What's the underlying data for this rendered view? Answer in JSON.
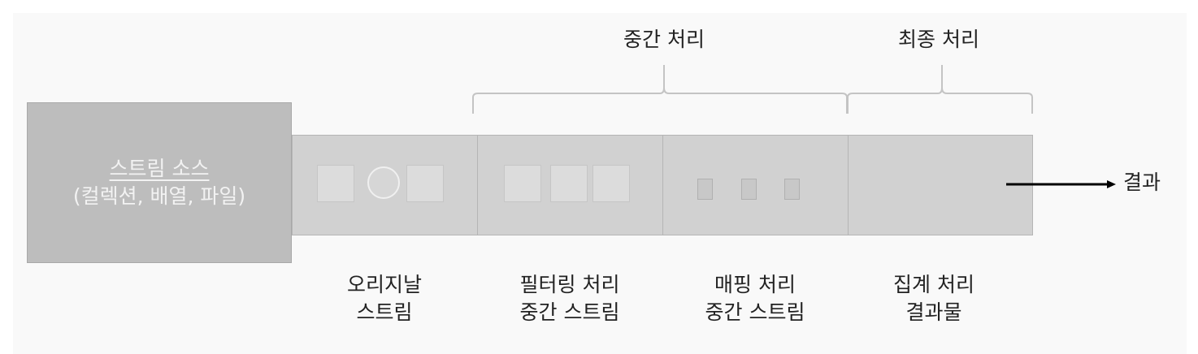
{
  "source": {
    "title": "스트림 소스",
    "subtitle": "(컬렉션, 배열, 파일)"
  },
  "groups": {
    "intermediate": "중간 처리",
    "final": "최종 처리"
  },
  "stages": [
    {
      "line1": "오리지날",
      "line2": "스트림"
    },
    {
      "line1": "필터링 처리",
      "line2": "중간 스트림"
    },
    {
      "line1": "매핑 처리",
      "line2": "중간 스트림"
    },
    {
      "line1": "집계 처리",
      "line2": "결과물"
    }
  ],
  "result_label": "결과"
}
